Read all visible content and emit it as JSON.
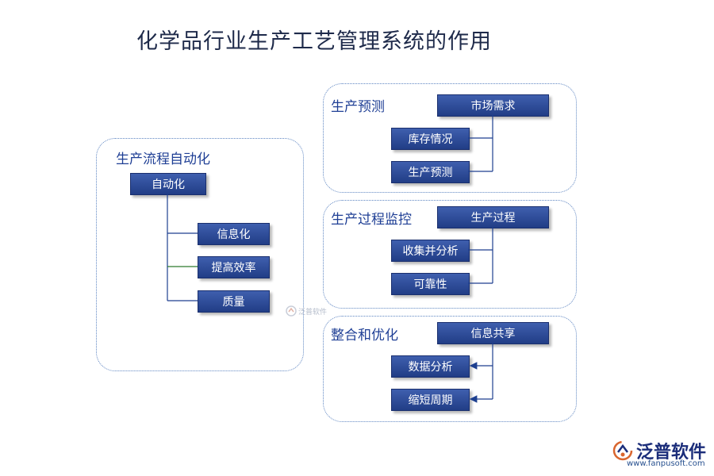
{
  "title": "化学品行业生产工艺管理系统的作用",
  "left_panel": {
    "heading": "生产流程自动化",
    "root": "自动化",
    "children": [
      "信息化",
      "提高效率",
      "质量"
    ]
  },
  "panels": [
    {
      "heading": "生产预测",
      "root": "市场需求",
      "children": [
        "库存情况",
        "生产预测"
      ]
    },
    {
      "heading": "生产过程监控",
      "root": "生产过程",
      "children": [
        "收集并分析",
        "可靠性"
      ]
    },
    {
      "heading": "整合和优化",
      "root": "信息共享",
      "children": [
        "数据分析",
        "缩短周期"
      ]
    }
  ],
  "watermark": "泛普软件",
  "logo": {
    "name": "泛普软件",
    "url": "www.fanpusoft.com"
  },
  "colors": {
    "box": "#2d4c99",
    "heading": "#1f3f95",
    "line": "#1d3f8f",
    "accent_line": "#2d7a2d"
  }
}
